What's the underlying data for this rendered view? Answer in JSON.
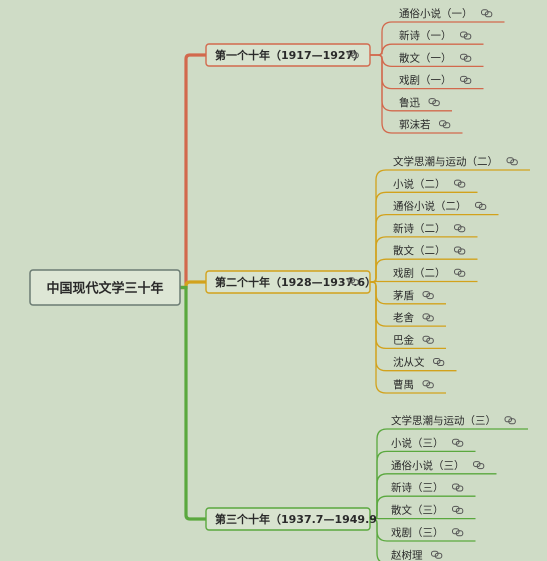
{
  "root": {
    "label": "中国现代文学三十年"
  },
  "link_icon": "link-icon",
  "branches": [
    {
      "label": "第一个十年（1917—1927）",
      "color": "#d2694d",
      "items": [
        "通俗小说（一）",
        "新诗（一）",
        "散文（一）",
        "戏剧（一）",
        "鲁迅",
        "郭沫若"
      ]
    },
    {
      "label": "第二个十年（1928—1937.6）",
      "color": "#d2a21c",
      "items": [
        "文学思潮与运动（二）",
        "小说（二）",
        "通俗小说（二）",
        "新诗（二）",
        "散文（二）",
        "戏剧（二）",
        "茅盾",
        "老舍",
        "巴金",
        "沈从文",
        "曹禺"
      ]
    },
    {
      "label": "第三个十年（1937.7—1949.9",
      "color": "#5aa83e",
      "items": [
        "文学思潮与运动（三）",
        "小说（三）",
        "通俗小说（三）",
        "新诗（三）",
        "散文（三）",
        "戏剧（三）",
        "赵树理"
      ]
    }
  ]
}
